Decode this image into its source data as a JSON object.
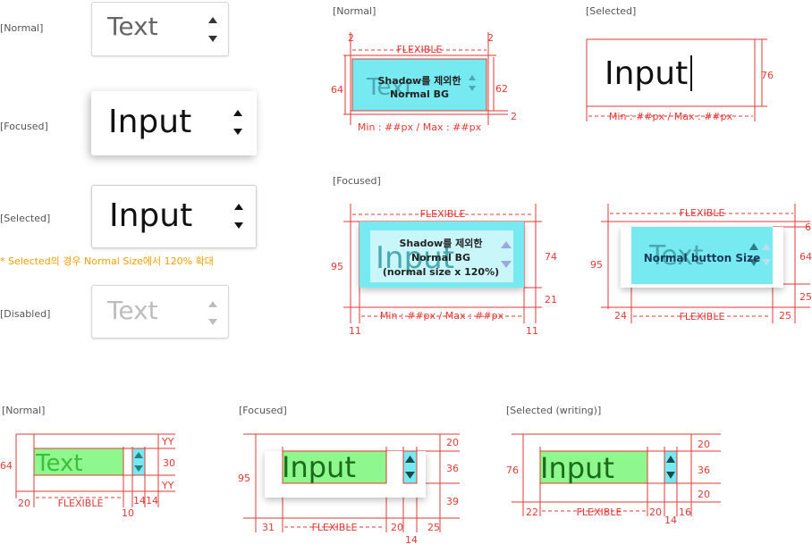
{
  "left": {
    "normal_label": "[Normal]",
    "focused_label": "[Focused]",
    "selected_label": "[Selected]",
    "disabled_label": "[Disabled]",
    "normal_text": "Text",
    "focused_text": "Input",
    "selected_text": "Input",
    "disabled_text": "Text",
    "note": "* Selected의 경우 Normal Size에서 120% 확대"
  },
  "specs": {
    "normal": {
      "label": "[Normal]",
      "flexible": "FLEXIBLE",
      "left_gap": "2",
      "right_gap": "2",
      "height_left": "64",
      "height_right": "62",
      "bottom_gap": "2",
      "inner_text": "Text",
      "overlay_1": "Shadow를 제외한",
      "overlay_2": "Normal BG",
      "minmax": "Min : ##px / Max : ##px"
    },
    "selected": {
      "label": "[Selected]",
      "text": "Input",
      "height": "76",
      "minmax": "Min : ##px / Max : ##px"
    },
    "focused": {
      "label": "[Focused]",
      "flexible": "FLEXIBLE",
      "inner_text": "Input",
      "overlay_1": "Shadow를 제외한",
      "overlay_2": "Normal BG",
      "overlay_3": "(normal size x 120%)",
      "height_left": "95",
      "height_right": "74",
      "bottom_gap": "21",
      "left_gap": "11",
      "right_gap": "11",
      "minmax": "Min : ##px / Max : ##px"
    },
    "button": {
      "flexible_top": "FLEXIBLE",
      "inner_text": "Text",
      "overlay": "Normal button Size",
      "height_left": "95",
      "top_gap": "6",
      "inner_height": "64",
      "bottom_gap": "25",
      "left_gap": "24",
      "flexible_bottom": "FLEXIBLE",
      "right_gap": "25"
    }
  },
  "bottom": {
    "normal": {
      "label": "[Normal]",
      "text": "Text",
      "height": "64",
      "yy_top": "YY",
      "mid": "30",
      "yy_bottom": "YY",
      "left": "20",
      "flexible": "FLEXIBLE",
      "gap": "10",
      "arrow_w": "14",
      "right": "14"
    },
    "focused": {
      "label": "[Focused]",
      "text": "Input",
      "height": "95",
      "top": "20",
      "mid": "36",
      "bottom": "39",
      "left": "31",
      "flexible": "FLEXIBLE",
      "gap": "20",
      "arrow_w": "14",
      "right": "25"
    },
    "selected": {
      "label": "[Selected (writing)]",
      "text": "Input",
      "height": "76",
      "top": "20",
      "mid": "36",
      "bottom": "20",
      "left": "22",
      "flexible": "FLEXIBLE",
      "gap": "20",
      "arrow_w": "14",
      "right": "16"
    }
  },
  "colors": {
    "guide": "#e53935",
    "cyan": "#76eaf0",
    "green": "#8ef78e",
    "note": "#f0a000"
  }
}
